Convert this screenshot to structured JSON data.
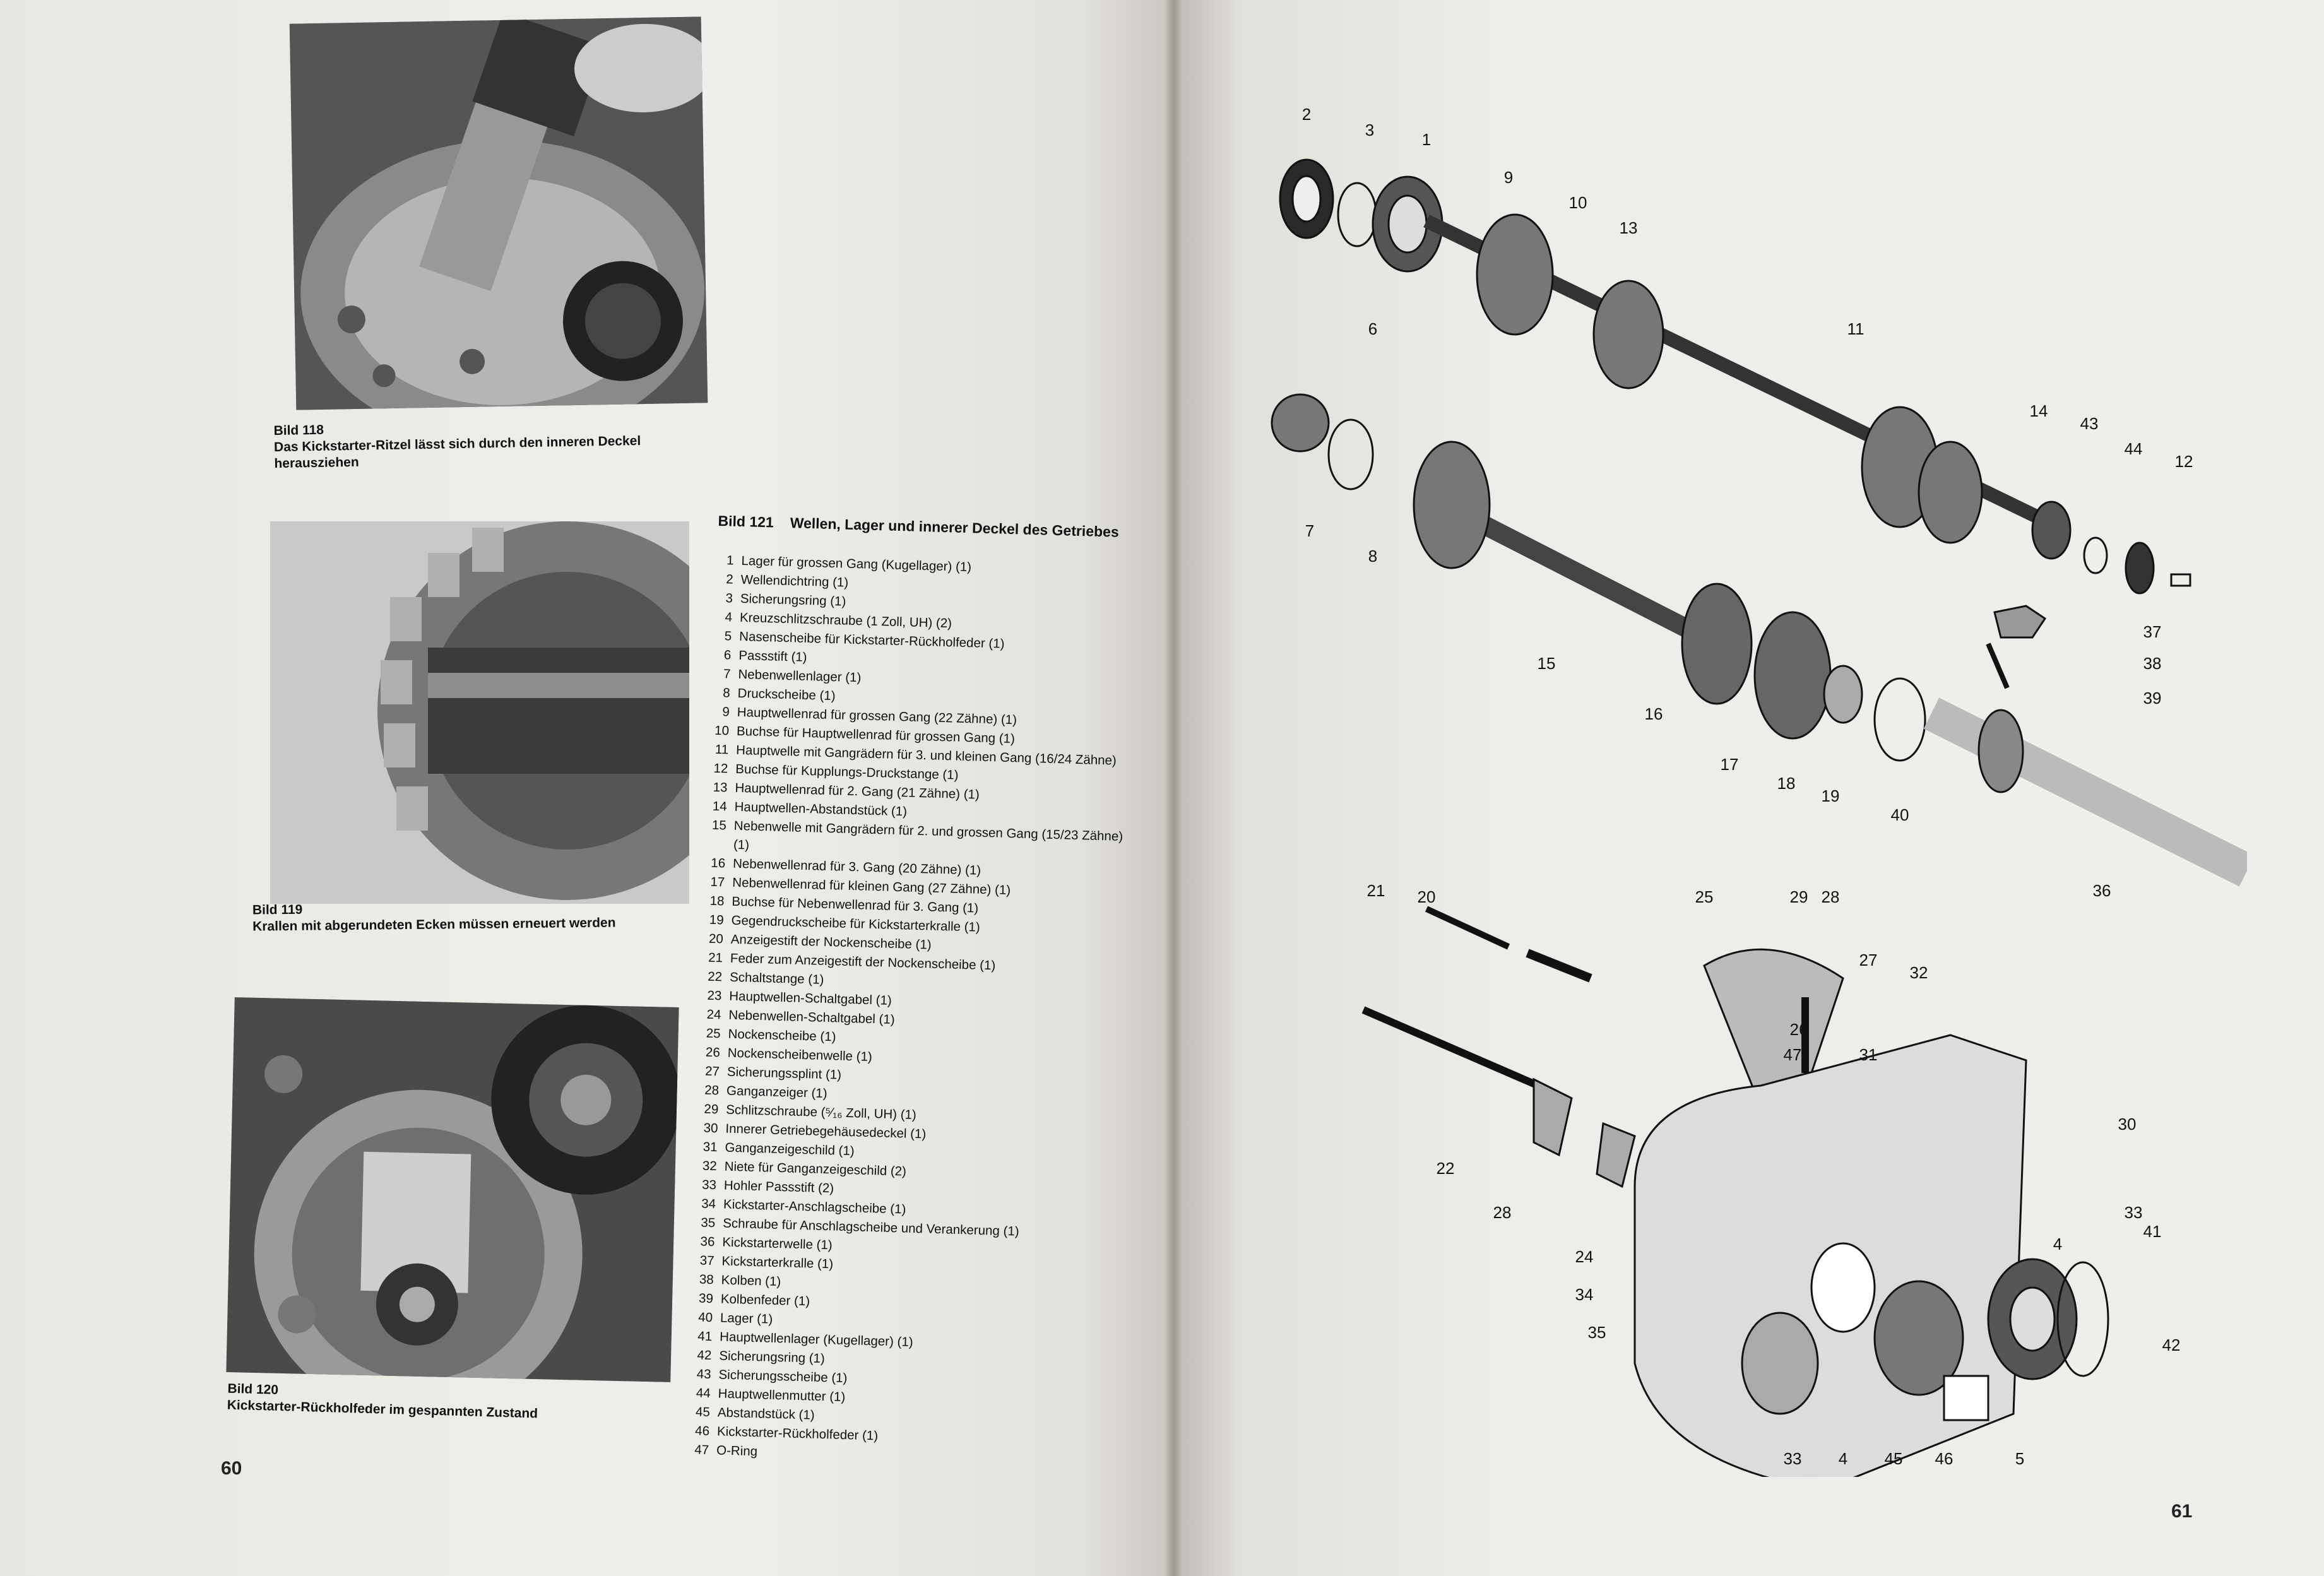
{
  "left_page": {
    "page_number": "60",
    "figures": [
      {
        "label": "Bild 118",
        "caption": "Das Kickstarter-Ritzel lässt sich durch den inneren Deckel herausziehen"
      },
      {
        "label": "Bild 119",
        "caption": "Krallen mit abgerundeten Ecken müssen erneuert werden"
      },
      {
        "label": "Bild 120",
        "caption": "Kickstarter-Rückholfeder im gespannten Zustand"
      }
    ]
  },
  "parts_list": {
    "figure_label": "Bild 121",
    "title": "Wellen, Lager und innerer Deckel des Getriebes",
    "items": [
      {
        "n": "1",
        "t": "Lager für grossen Gang (Kugellager) (1)"
      },
      {
        "n": "2",
        "t": "Wellendichtring (1)"
      },
      {
        "n": "3",
        "t": "Sicherungsring (1)"
      },
      {
        "n": "4",
        "t": "Kreuzschlitzschraube (1 Zoll, UH) (2)"
      },
      {
        "n": "5",
        "t": "Nasenscheibe für Kickstarter-Rückholfeder (1)"
      },
      {
        "n": "6",
        "t": "Passstift (1)"
      },
      {
        "n": "7",
        "t": "Nebenwellenlager (1)"
      },
      {
        "n": "8",
        "t": "Druckscheibe (1)"
      },
      {
        "n": "9",
        "t": "Hauptwellenrad für grossen Gang (22 Zähne) (1)"
      },
      {
        "n": "10",
        "t": "Buchse für Hauptwellenrad für grossen Gang (1)"
      },
      {
        "n": "11",
        "t": "Hauptwelle mit Gangrädern für 3. und kleinen Gang (16/24 Zähne)"
      },
      {
        "n": "12",
        "t": "Buchse für Kupplungs-Druckstange (1)"
      },
      {
        "n": "13",
        "t": "Hauptwellenrad für 2. Gang (21 Zähne) (1)"
      },
      {
        "n": "14",
        "t": "Hauptwellen-Abstandstück (1)"
      },
      {
        "n": "15",
        "t": "Nebenwelle mit Gangrädern für 2. und grossen Gang (15/23 Zähne) (1)"
      },
      {
        "n": "16",
        "t": "Nebenwellenrad für 3. Gang (20 Zähne) (1)"
      },
      {
        "n": "17",
        "t": "Nebenwellenrad für kleinen Gang (27 Zähne) (1)"
      },
      {
        "n": "18",
        "t": "Buchse für Nebenwellenrad für 3. Gang (1)"
      },
      {
        "n": "19",
        "t": "Gegendruckscheibe für Kickstarterkralle (1)"
      },
      {
        "n": "20",
        "t": "Anzeigestift der Nockenscheibe (1)"
      },
      {
        "n": "21",
        "t": "Feder zum Anzeigestift der Nockenscheibe (1)"
      },
      {
        "n": "22",
        "t": "Schaltstange (1)"
      },
      {
        "n": "23",
        "t": "Hauptwellen-Schaltgabel (1)"
      },
      {
        "n": "24",
        "t": "Nebenwellen-Schaltgabel (1)"
      },
      {
        "n": "25",
        "t": "Nockenscheibe (1)"
      },
      {
        "n": "26",
        "t": "Nockenscheibenwelle (1)"
      },
      {
        "n": "27",
        "t": "Sicherungssplint (1)"
      },
      {
        "n": "28",
        "t": "Ganganzeiger (1)"
      },
      {
        "n": "29",
        "t": "Schlitzschraube (⁵⁄₁₆ Zoll, UH) (1)"
      },
      {
        "n": "30",
        "t": "Innerer Getriebegehäusedeckel (1)"
      },
      {
        "n": "31",
        "t": "Ganganzeigeschild (1)"
      },
      {
        "n": "32",
        "t": "Niete für Ganganzeigeschild (2)"
      },
      {
        "n": "33",
        "t": "Hohler Passstift (2)"
      },
      {
        "n": "34",
        "t": "Kickstarter-Anschlagscheibe (1)"
      },
      {
        "n": "35",
        "t": "Schraube für Anschlagscheibe und Verankerung (1)"
      },
      {
        "n": "36",
        "t": "Kickstarterwelle (1)"
      },
      {
        "n": "37",
        "t": "Kickstarterkralle (1)"
      },
      {
        "n": "38",
        "t": "Kolben (1)"
      },
      {
        "n": "39",
        "t": "Kolbenfeder (1)"
      },
      {
        "n": "40",
        "t": "Lager (1)"
      },
      {
        "n": "41",
        "t": "Hauptwellenlager (Kugellager) (1)"
      },
      {
        "n": "42",
        "t": "Sicherungsring (1)"
      },
      {
        "n": "43",
        "t": "Sicherungsscheibe (1)"
      },
      {
        "n": "44",
        "t": "Hauptwellenmutter (1)"
      },
      {
        "n": "45",
        "t": "Abstandstück (1)"
      },
      {
        "n": "46",
        "t": "Kickstarter-Rückholfeder (1)"
      },
      {
        "n": "47",
        "t": "O-Ring"
      }
    ]
  },
  "right_page": {
    "page_number": "61",
    "callouts": [
      "2",
      "3",
      "1",
      "9",
      "10",
      "13",
      "11",
      "6",
      "7",
      "8",
      "14",
      "43",
      "44",
      "12",
      "37",
      "38",
      "39",
      "15",
      "16",
      "17",
      "18",
      "19",
      "40",
      "36",
      "21",
      "20",
      "25",
      "29",
      "28",
      "27",
      "32",
      "26",
      "47",
      "31",
      "22",
      "28",
      "30",
      "24",
      "33",
      "34",
      "4",
      "41",
      "35",
      "42",
      "33",
      "4",
      "45",
      "46",
      "5"
    ]
  }
}
